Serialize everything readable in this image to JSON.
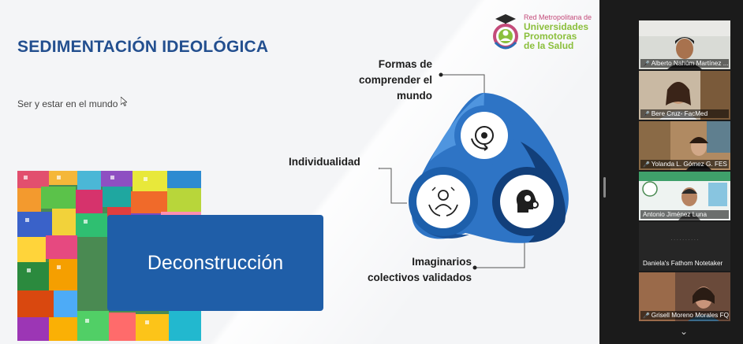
{
  "slide": {
    "title": "SEDIMENTACIÓN IDEOLÓGICA",
    "subtitle": "Ser y estar en el mundo",
    "box_text": "Deconstrucción",
    "logo": {
      "line1": "Red Metropolitana de",
      "line2": "Universidades",
      "line3": "Promotoras",
      "line4": "de la Salud"
    },
    "diagram": {
      "top_label": [
        "Formas de",
        "comprender el",
        "mundo"
      ],
      "left_label": "Individualidad",
      "bottom_label": [
        "Imaginarios",
        "colectivos validados"
      ]
    },
    "colors": {
      "title": "#234f8f",
      "accent_blue": "#1f5ea8",
      "dark_blue": "#123f7a"
    }
  },
  "participants": [
    {
      "name": "Alberto Nahúm Martínez ...",
      "muted": true,
      "active": false
    },
    {
      "name": "Bere Cruz- FacMed",
      "muted": true,
      "active": false
    },
    {
      "name": "Yolanda L. Gómez G. FES ...",
      "muted": true,
      "active": false
    },
    {
      "name": "Antonio Jiménez Luna",
      "muted": false,
      "active": true
    },
    {
      "name": "Daniela's Fathom Notetaker",
      "muted": false,
      "active": false,
      "camera_off": true
    },
    {
      "name": "Grisell Moreno Morales FQ",
      "muted": true,
      "active": false
    }
  ]
}
